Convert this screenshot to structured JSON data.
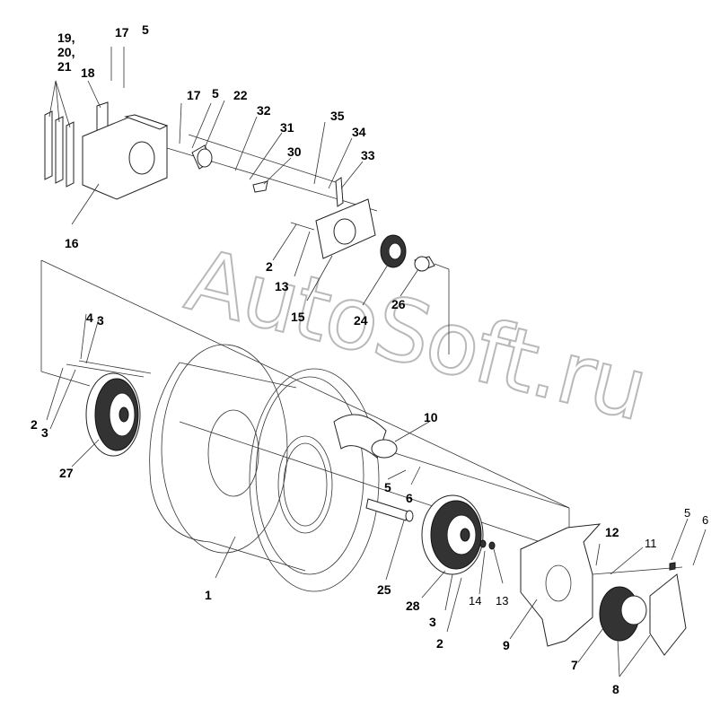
{
  "watermark": "AutoSoft.ru",
  "callouts": [
    {
      "id": "c19",
      "text": "19,"
    },
    {
      "id": "c20",
      "text": "20,"
    },
    {
      "id": "c21",
      "text": "21"
    },
    {
      "id": "c18",
      "text": "18"
    },
    {
      "id": "c17a",
      "text": "17"
    },
    {
      "id": "c5a",
      "text": "5"
    },
    {
      "id": "c17b",
      "text": "17"
    },
    {
      "id": "c5b",
      "text": "5"
    },
    {
      "id": "c22",
      "text": "22"
    },
    {
      "id": "c32",
      "text": "32"
    },
    {
      "id": "c31",
      "text": "31"
    },
    {
      "id": "c30",
      "text": "30"
    },
    {
      "id": "c35",
      "text": "35"
    },
    {
      "id": "c34",
      "text": "34"
    },
    {
      "id": "c33",
      "text": "33"
    },
    {
      "id": "c16",
      "text": "16"
    },
    {
      "id": "c2a",
      "text": "2"
    },
    {
      "id": "c13a",
      "text": "13"
    },
    {
      "id": "c15",
      "text": "15"
    },
    {
      "id": "c24",
      "text": "24"
    },
    {
      "id": "c26",
      "text": "26"
    },
    {
      "id": "c4",
      "text": "4"
    },
    {
      "id": "c3a",
      "text": "3"
    },
    {
      "id": "c2b",
      "text": "2"
    },
    {
      "id": "c3b",
      "text": "3"
    },
    {
      "id": "c27",
      "text": "27"
    },
    {
      "id": "c10",
      "text": "10"
    },
    {
      "id": "c5c",
      "text": "5"
    },
    {
      "id": "c6a",
      "text": "6"
    },
    {
      "id": "c1",
      "text": "1"
    },
    {
      "id": "c25",
      "text": "25"
    },
    {
      "id": "c28",
      "text": "28"
    },
    {
      "id": "c14",
      "text": "14"
    },
    {
      "id": "c13b",
      "text": "13"
    },
    {
      "id": "c3c",
      "text": "3"
    },
    {
      "id": "c2c",
      "text": "2"
    },
    {
      "id": "c12",
      "text": "12"
    },
    {
      "id": "c11",
      "text": "11"
    },
    {
      "id": "c5d",
      "text": "5"
    },
    {
      "id": "c6b",
      "text": "6"
    },
    {
      "id": "c9",
      "text": "9"
    },
    {
      "id": "c7",
      "text": "7"
    },
    {
      "id": "c8",
      "text": "8"
    }
  ]
}
